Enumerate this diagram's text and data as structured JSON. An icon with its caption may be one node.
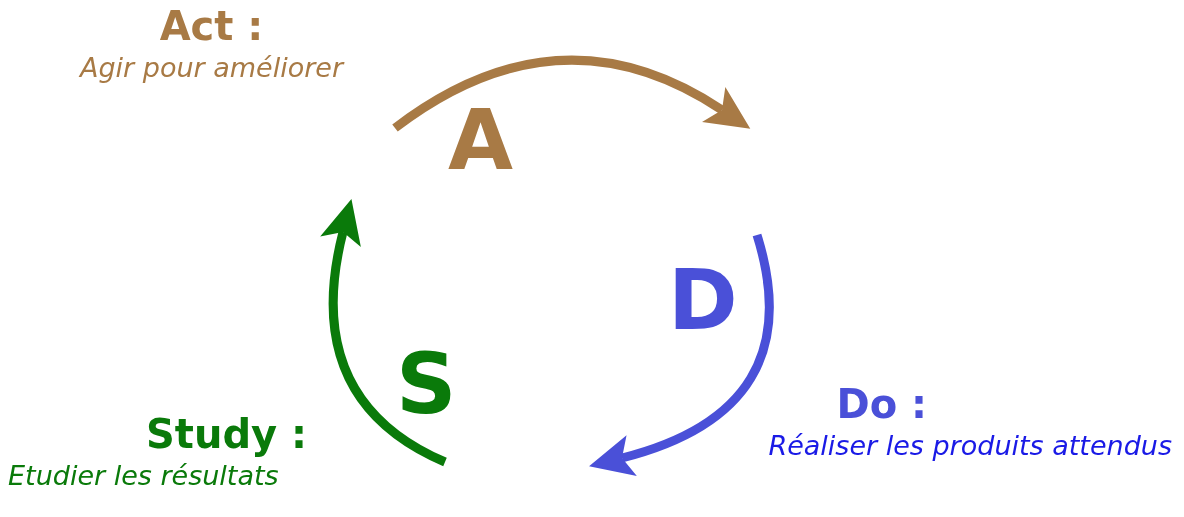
{
  "diagram": {
    "nodes": [
      {
        "text": [
          "Act :",
          "Agir pour améliorer"
        ]
      },
      {
        "text": [
          "A"
        ]
      },
      {
        "text": [
          "D"
        ]
      },
      {
        "text": [
          "Do :",
          "Réaliser les produits attendus"
        ]
      },
      {
        "text": [
          "S"
        ]
      },
      {
        "text": [
          "Study :",
          "Etudier les résultats"
        ]
      }
    ]
  }
}
